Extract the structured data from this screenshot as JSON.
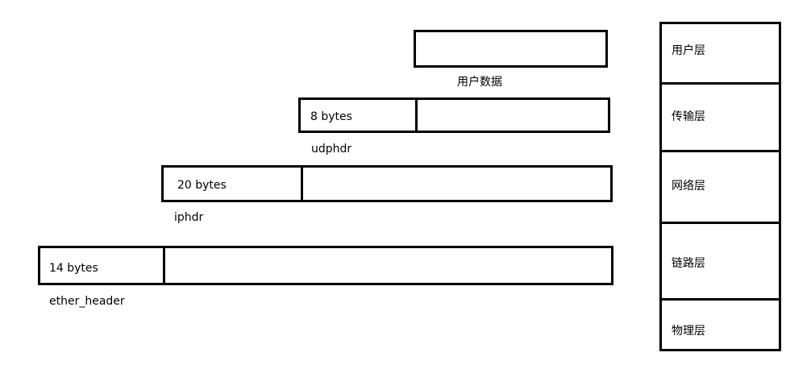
{
  "packets": {
    "user_data": {
      "caption": "用户数据"
    },
    "udp": {
      "header_size": "8 bytes",
      "caption": "udphdr"
    },
    "ip": {
      "header_size": "20 bytes",
      "caption": "iphdr"
    },
    "ether": {
      "header_size": "14 bytes",
      "caption": "ether_header"
    }
  },
  "layers": [
    {
      "label": "用户层"
    },
    {
      "label": "传输层"
    },
    {
      "label": "网络层"
    },
    {
      "label": "链路层"
    },
    {
      "label": "物理层"
    }
  ]
}
